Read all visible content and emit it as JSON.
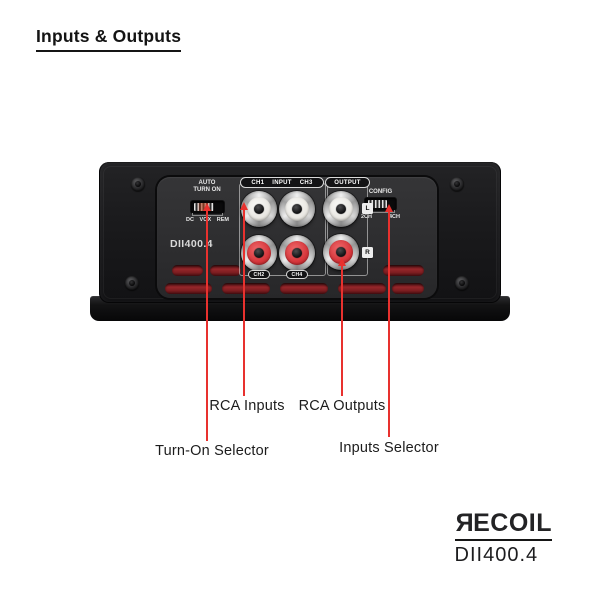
{
  "title": "Inputs & Outputs",
  "colors": {
    "callout_red": "#e8312e",
    "vent_red": "#95262a",
    "rca_red": "#d5353a",
    "panel_gray": "#2d2d2f",
    "body_black": "#1a1a1c"
  },
  "amplifier": {
    "model_label": "DII400.4",
    "turn_on_selector": {
      "heading": [
        "AUTO",
        "TURN ON"
      ],
      "options": [
        "DC",
        "VOX",
        "REM"
      ]
    },
    "config_selector": {
      "heading": "CONFIG",
      "options": [
        "2CH",
        "4CH"
      ]
    },
    "inputs": {
      "header": [
        "CH1",
        "INPUT",
        "CH3"
      ],
      "bottom_labels": [
        "CH2",
        "CH4"
      ]
    },
    "outputs": {
      "header": "OUTPUT",
      "channel_labels": [
        "L",
        "R"
      ]
    }
  },
  "callouts": {
    "rca_inputs": "RCA Inputs",
    "rca_outputs": "RCA Outputs",
    "turn_on": "Turn-On Selector",
    "inputs_selector": "Inputs Selector"
  },
  "brand": {
    "logo_first": "R",
    "logo_rest": "ECOIL",
    "model": "DII400.4"
  }
}
